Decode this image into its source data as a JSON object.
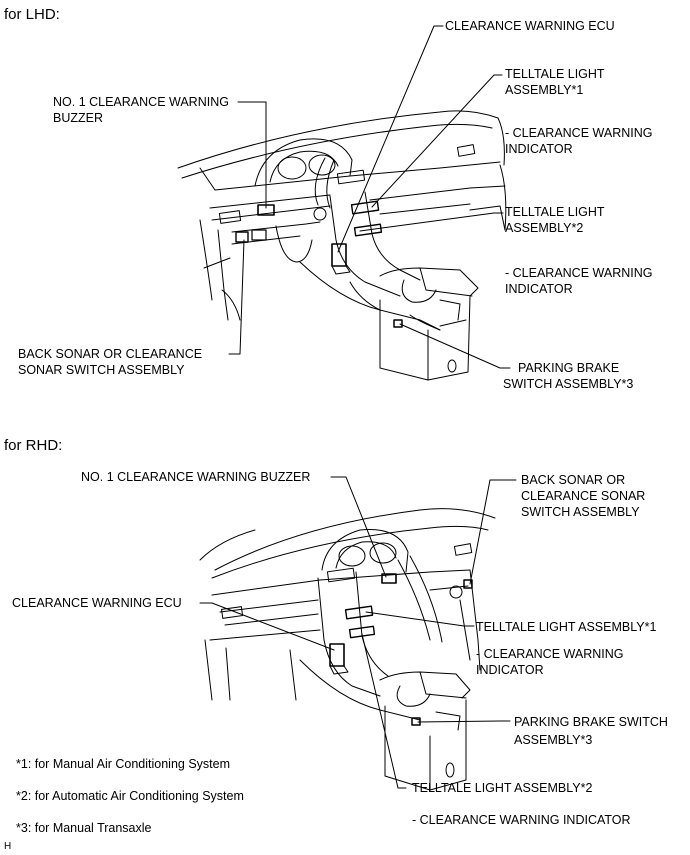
{
  "lhd": {
    "heading": "for LHD:",
    "labels": {
      "clearance_warning_ecu": "CLEARANCE WARNING ECU",
      "buzzer_line1": "NO. 1 CLEARANCE WARNING",
      "buzzer_line2": "BUZZER",
      "telltale1_line1": "TELLTALE LIGHT",
      "telltale1_line2": "ASSEMBLY*1",
      "indicator1_line1": "- CLEARANCE WARNING",
      "indicator1_line2": "INDICATOR",
      "telltale2_line1": "TELLTALE LIGHT",
      "telltale2_line2": "ASSEMBLY*2",
      "indicator2_line1": "- CLEARANCE WARNING",
      "indicator2_line2": "INDICATOR",
      "sonar_line1": "BACK SONAR OR CLEARANCE",
      "sonar_line2": "SONAR SWITCH ASSEMBLY",
      "parking_line1": "PARKING BRAKE",
      "parking_line2": "SWITCH ASSEMBLY*3"
    }
  },
  "rhd": {
    "heading": "for RHD:",
    "labels": {
      "buzzer": "NO. 1 CLEARANCE WARNING BUZZER",
      "sonar_line1": "BACK SONAR OR",
      "sonar_line2": "CLEARANCE SONAR",
      "sonar_line3": "SWITCH ASSEMBLY",
      "clearance_warning_ecu": "CLEARANCE WARNING ECU",
      "telltale1": "TELLTALE LIGHT ASSEMBLY*1",
      "indicator1_line1": "- CLEARANCE WARNING",
      "indicator1_line2": "INDICATOR",
      "parking_line1": "PARKING BRAKE SWITCH",
      "parking_line2": "ASSEMBLY*3",
      "telltale2": "TELLTALE LIGHT ASSEMBLY*2",
      "indicator2": "- CLEARANCE WARNING INDICATOR"
    }
  },
  "footnotes": {
    "note1": "*1: for Manual Air Conditioning System",
    "note2": "*2: for Automatic Air Conditioning System",
    "note3": "*3: for Manual Transaxle"
  },
  "corner_mark": "H"
}
